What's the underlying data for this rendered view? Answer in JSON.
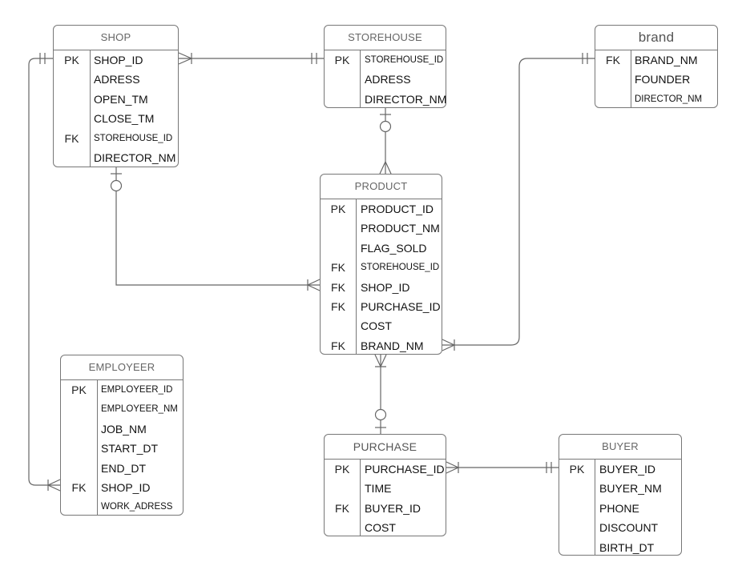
{
  "entities": {
    "shop": {
      "title": "SHOP",
      "rows": [
        {
          "key": "PK",
          "attr": "SHOP_ID"
        },
        {
          "key": "",
          "attr": "ADRESS"
        },
        {
          "key": "",
          "attr": "OPEN_TM"
        },
        {
          "key": "",
          "attr": "CLOSE_TM"
        },
        {
          "key": "FK",
          "attr": "STOREHOUSE_ID"
        },
        {
          "key": "",
          "attr": "DIRECTOR_NM"
        }
      ]
    },
    "storehouse": {
      "title": "STOREHOUSE",
      "rows": [
        {
          "key": "PK",
          "attr": "STOREHOUSE_ID"
        },
        {
          "key": "",
          "attr": "ADRESS"
        },
        {
          "key": "",
          "attr": "DIRECTOR_NM"
        }
      ]
    },
    "brand": {
      "title": "brand",
      "rows": [
        {
          "key": "FK",
          "attr": "BRAND_NM"
        },
        {
          "key": "",
          "attr": "FOUNDER"
        },
        {
          "key": "",
          "attr": "DIRECTOR_NM"
        }
      ]
    },
    "product": {
      "title": "PRODUCT",
      "rows": [
        {
          "key": "PK",
          "attr": "PRODUCT_ID"
        },
        {
          "key": "",
          "attr": "PRODUCT_NM"
        },
        {
          "key": "",
          "attr": "FLAG_SOLD"
        },
        {
          "key": "FK",
          "attr": "STOREHOUSE_ID"
        },
        {
          "key": "FK",
          "attr": "SHOP_ID"
        },
        {
          "key": "FK",
          "attr": "PURCHASE_ID"
        },
        {
          "key": "",
          "attr": "COST"
        },
        {
          "key": "FK",
          "attr": "BRAND_NM"
        }
      ]
    },
    "employeer": {
      "title": "EMPLOYEER",
      "rows": [
        {
          "key": "PK",
          "attr": "EMPLOYEER_ID"
        },
        {
          "key": "",
          "attr": "EMPLOYEER_NM"
        },
        {
          "key": "",
          "attr": "JOB_NM"
        },
        {
          "key": "",
          "attr": "START_DT"
        },
        {
          "key": "",
          "attr": "END_DT"
        },
        {
          "key": "FK",
          "attr": "SHOP_ID"
        },
        {
          "key": "",
          "attr": "WORK_ADRESS"
        }
      ]
    },
    "purchase": {
      "title": "PURCHASE",
      "rows": [
        {
          "key": "PK",
          "attr": "PURCHASE_ID"
        },
        {
          "key": "",
          "attr": "TIME"
        },
        {
          "key": "FK",
          "attr": "BUYER_ID"
        },
        {
          "key": "",
          "attr": "COST"
        }
      ]
    },
    "buyer": {
      "title": "BUYER",
      "rows": [
        {
          "key": "PK",
          "attr": "BUYER_ID"
        },
        {
          "key": "",
          "attr": "BUYER_NM"
        },
        {
          "key": "",
          "attr": "PHONE"
        },
        {
          "key": "",
          "attr": "DISCOUNT"
        },
        {
          "key": "",
          "attr": "BIRTH_DT"
        }
      ]
    }
  },
  "relationships": [
    {
      "from": "shop",
      "to": "storehouse",
      "from_cardinality": "one-or-many",
      "to_cardinality": "exactly-one"
    },
    {
      "from": "storehouse",
      "to": "product",
      "from_cardinality": "zero-or-one",
      "to_cardinality": "one-or-many"
    },
    {
      "from": "shop",
      "to": "product",
      "from_cardinality": "zero-or-one",
      "to_cardinality": "one-or-many"
    },
    {
      "from": "brand",
      "to": "product",
      "from_cardinality": "exactly-one",
      "to_cardinality": "one-or-many"
    },
    {
      "from": "shop",
      "to": "employeer",
      "from_cardinality": "exactly-one",
      "to_cardinality": "one-or-many"
    },
    {
      "from": "product",
      "to": "purchase",
      "from_cardinality": "one-or-many",
      "to_cardinality": "zero-or-one"
    },
    {
      "from": "purchase",
      "to": "buyer",
      "from_cardinality": "one-or-many",
      "to_cardinality": "exactly-one"
    }
  ],
  "colors": {
    "border": "#777777",
    "line": "#666666",
    "header_text": "#666666"
  }
}
